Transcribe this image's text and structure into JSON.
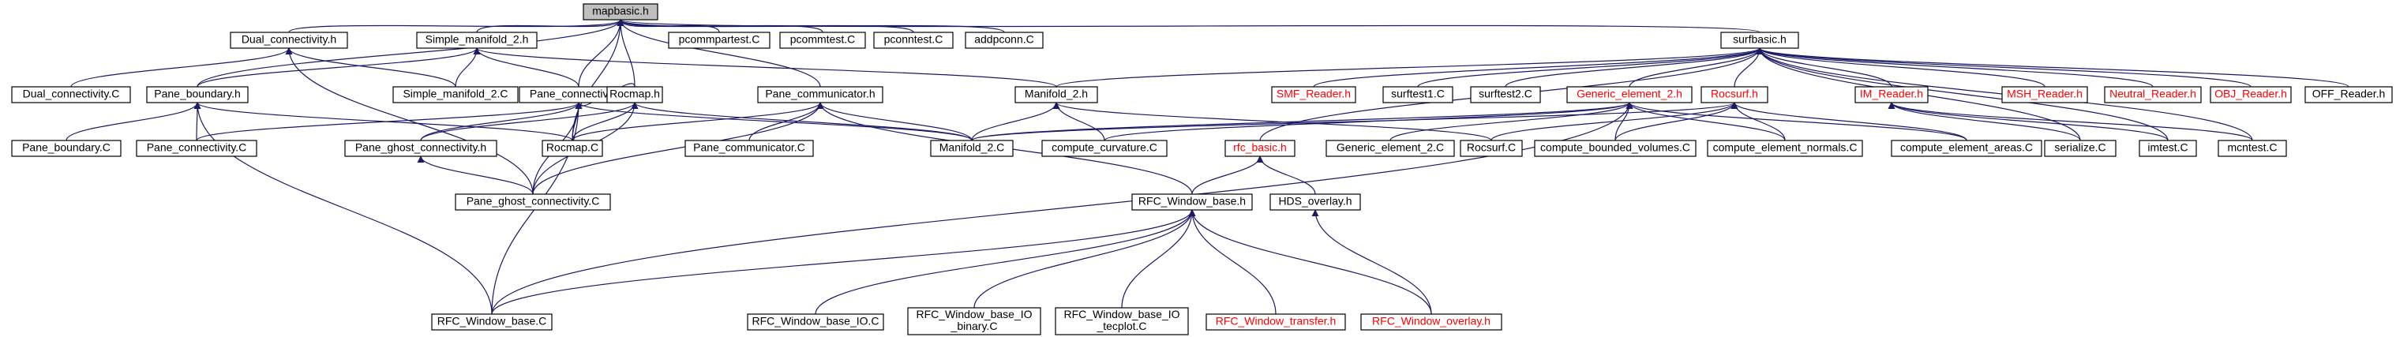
{
  "diagram": {
    "colors": {
      "edge": "#1a1a66",
      "node_fill": "#ffffff",
      "node_border": "#000000",
      "text": "#000000",
      "highlight_fill": "#bfbfbf",
      "missing_border": "#ff0000",
      "missing_text": "#ff0000"
    },
    "nodes": [
      {
        "id": "mapbasic_h",
        "label": "mapbasic.h",
        "style": "highlight"
      },
      {
        "id": "dual_conn_h",
        "label": "Dual_connectivity.h",
        "style": "normal"
      },
      {
        "id": "simple_man_h",
        "label": "Simple_manifold_2.h",
        "style": "normal"
      },
      {
        "id": "pcommpartest",
        "label": "pcommpartest.C",
        "style": "normal"
      },
      {
        "id": "pcommtest",
        "label": "pcommtest.C",
        "style": "normal"
      },
      {
        "id": "pconntest",
        "label": "pconntest.C",
        "style": "normal"
      },
      {
        "id": "addpconn",
        "label": "addpconn.C",
        "style": "normal"
      },
      {
        "id": "surfbasic_h",
        "label": "surfbasic.h",
        "style": "normal"
      },
      {
        "id": "dual_conn_c",
        "label": "Dual_connectivity.C",
        "style": "normal"
      },
      {
        "id": "pane_boundary_h",
        "label": "Pane_boundary.h",
        "style": "normal"
      },
      {
        "id": "simple_man_c",
        "label": "Simple_manifold_2.C",
        "style": "normal"
      },
      {
        "id": "pane_conn_h",
        "label": "Pane_connectivity.h",
        "style": "normal"
      },
      {
        "id": "rocmap_h",
        "label": "Rocmap.h",
        "style": "normal"
      },
      {
        "id": "pane_comm_h",
        "label": "Pane_communicator.h",
        "style": "normal"
      },
      {
        "id": "manifold_h",
        "label": "Manifold_2.h",
        "style": "normal"
      },
      {
        "id": "smf_reader",
        "label": "SMF_Reader.h",
        "style": "missing"
      },
      {
        "id": "surftest1",
        "label": "surftest1.C",
        "style": "normal"
      },
      {
        "id": "surftest2",
        "label": "surftest2.C",
        "style": "normal"
      },
      {
        "id": "generic_elem_h",
        "label": "Generic_element_2.h",
        "style": "missing"
      },
      {
        "id": "rocsurf_h",
        "label": "Rocsurf.h",
        "style": "missing"
      },
      {
        "id": "im_reader",
        "label": "IM_Reader.h",
        "style": "missing"
      },
      {
        "id": "msh_reader",
        "label": "MSH_Reader.h",
        "style": "missing"
      },
      {
        "id": "neutral_reader",
        "label": "Neutral_Reader.h",
        "style": "missing"
      },
      {
        "id": "obj_reader",
        "label": "OBJ_Reader.h",
        "style": "missing"
      },
      {
        "id": "off_reader",
        "label": "OFF_Reader.h",
        "style": "normal"
      },
      {
        "id": "pane_boundary_c",
        "label": "Pane_boundary.C",
        "style": "normal"
      },
      {
        "id": "pane_conn_c",
        "label": "Pane_connectivity.C",
        "style": "normal"
      },
      {
        "id": "pane_ghost_h",
        "label": "Pane_ghost_connectivity.h",
        "style": "normal"
      },
      {
        "id": "rocmap_c",
        "label": "Rocmap.C",
        "style": "normal"
      },
      {
        "id": "pane_comm_c",
        "label": "Pane_communicator.C",
        "style": "normal"
      },
      {
        "id": "manifold_c",
        "label": "Manifold_2.C",
        "style": "normal"
      },
      {
        "id": "compute_curv",
        "label": "compute_curvature.C",
        "style": "normal"
      },
      {
        "id": "rfc_basic_h",
        "label": "rfc_basic.h",
        "style": "missing"
      },
      {
        "id": "generic_elem_c",
        "label": "Generic_element_2.C",
        "style": "normal"
      },
      {
        "id": "rocsurf_c",
        "label": "Rocsurf.C",
        "style": "normal"
      },
      {
        "id": "compute_bv",
        "label": "compute_bounded_volumes.C",
        "style": "normal"
      },
      {
        "id": "compute_en",
        "label": "compute_element_normals.C",
        "style": "normal"
      },
      {
        "id": "compute_ea",
        "label": "compute_element_areas.C",
        "style": "normal"
      },
      {
        "id": "serialize",
        "label": "serialize.C",
        "style": "normal"
      },
      {
        "id": "imtest",
        "label": "imtest.C",
        "style": "normal"
      },
      {
        "id": "mcntest",
        "label": "mcntest.C",
        "style": "normal"
      },
      {
        "id": "pane_ghost_c",
        "label": "Pane_ghost_connectivity.C",
        "style": "normal"
      },
      {
        "id": "rfc_window_base_h",
        "label": "RFC_Window_base.h",
        "style": "normal"
      },
      {
        "id": "hds_overlay_h",
        "label": "HDS_overlay.h",
        "style": "normal"
      },
      {
        "id": "rfc_window_base_c",
        "label": "RFC_Window_base.C",
        "style": "normal"
      },
      {
        "id": "rfc_io_c",
        "label": "RFC_Window_base_IO.C",
        "style": "normal"
      },
      {
        "id": "rfc_io_binary",
        "label": "RFC_Window_base_IO\n_binary.C",
        "style": "normal"
      },
      {
        "id": "rfc_io_tecplot",
        "label": "RFC_Window_base_IO\n_tecplot.C",
        "style": "normal"
      },
      {
        "id": "rfc_transfer",
        "label": "RFC_Window_transfer.h",
        "style": "missing"
      },
      {
        "id": "rfc_overlay",
        "label": "RFC_Window_overlay.h",
        "style": "missing"
      }
    ],
    "edges": [
      [
        "mapbasic_h",
        "dual_conn_h"
      ],
      [
        "mapbasic_h",
        "simple_man_h"
      ],
      [
        "mapbasic_h",
        "pcommpartest"
      ],
      [
        "mapbasic_h",
        "pcommtest"
      ],
      [
        "mapbasic_h",
        "pconntest"
      ],
      [
        "mapbasic_h",
        "addpconn"
      ],
      [
        "mapbasic_h",
        "surfbasic_h"
      ],
      [
        "mapbasic_h",
        "pane_boundary_h"
      ],
      [
        "mapbasic_h",
        "pane_conn_h"
      ],
      [
        "mapbasic_h",
        "rocmap_h"
      ],
      [
        "mapbasic_h",
        "pane_comm_h"
      ],
      [
        "mapbasic_h",
        "rocmap_c"
      ],
      [
        "dual_conn_h",
        "dual_conn_c"
      ],
      [
        "dual_conn_h",
        "simple_man_c"
      ],
      [
        "dual_conn_h",
        "pane_ghost_c"
      ],
      [
        "simple_man_h",
        "pane_boundary_h"
      ],
      [
        "simple_man_h",
        "simple_man_c"
      ],
      [
        "simple_man_h",
        "pane_conn_h"
      ],
      [
        "simple_man_h",
        "manifold_h"
      ],
      [
        "surfbasic_h",
        "manifold_h"
      ],
      [
        "surfbasic_h",
        "smf_reader"
      ],
      [
        "surfbasic_h",
        "surftest1"
      ],
      [
        "surfbasic_h",
        "surftest2"
      ],
      [
        "surfbasic_h",
        "generic_elem_h"
      ],
      [
        "surfbasic_h",
        "rocsurf_h"
      ],
      [
        "surfbasic_h",
        "im_reader"
      ],
      [
        "surfbasic_h",
        "msh_reader"
      ],
      [
        "surfbasic_h",
        "neutral_reader"
      ],
      [
        "surfbasic_h",
        "obj_reader"
      ],
      [
        "surfbasic_h",
        "off_reader"
      ],
      [
        "surfbasic_h",
        "rfc_basic_h"
      ],
      [
        "surfbasic_h",
        "serialize"
      ],
      [
        "surfbasic_h",
        "imtest"
      ],
      [
        "surfbasic_h",
        "mcntest"
      ],
      [
        "pane_boundary_h",
        "pane_boundary_c"
      ],
      [
        "pane_boundary_h",
        "pane_conn_c"
      ],
      [
        "pane_boundary_h",
        "rocmap_c"
      ],
      [
        "pane_boundary_h",
        "rfc_window_base_c"
      ],
      [
        "pane_conn_h",
        "pane_conn_c"
      ],
      [
        "pane_conn_h",
        "pane_ghost_h"
      ],
      [
        "pane_conn_h",
        "rocmap_c"
      ],
      [
        "pane_conn_h",
        "pane_ghost_c"
      ],
      [
        "pane_conn_h",
        "manifold_c"
      ],
      [
        "pane_conn_h",
        "rfc_window_base_c"
      ],
      [
        "rocmap_h",
        "rocmap_c"
      ],
      [
        "rocmap_h",
        "pane_ghost_h"
      ],
      [
        "rocmap_h",
        "pane_ghost_c"
      ],
      [
        "rocmap_h",
        "manifold_c"
      ],
      [
        "pane_comm_h",
        "pane_comm_c"
      ],
      [
        "pane_comm_h",
        "rocmap_c"
      ],
      [
        "pane_comm_h",
        "manifold_c"
      ],
      [
        "pane_comm_h",
        "pane_ghost_c"
      ],
      [
        "pane_comm_h",
        "rfc_window_base_h"
      ],
      [
        "manifold_h",
        "manifold_c"
      ],
      [
        "manifold_h",
        "compute_curv"
      ],
      [
        "manifold_h",
        "rocsurf_c"
      ],
      [
        "generic_elem_h",
        "manifold_c"
      ],
      [
        "generic_elem_h",
        "generic_elem_c"
      ],
      [
        "generic_elem_h",
        "compute_bv"
      ],
      [
        "generic_elem_h",
        "compute_en"
      ],
      [
        "generic_elem_h",
        "compute_ea"
      ],
      [
        "generic_elem_h",
        "compute_curv"
      ],
      [
        "generic_elem_h",
        "rfc_window_base_c"
      ],
      [
        "rocsurf_h",
        "rocsurf_c"
      ],
      [
        "rocsurf_h",
        "compute_bv"
      ],
      [
        "rocsurf_h",
        "compute_en"
      ],
      [
        "rocsurf_h",
        "compute_ea"
      ],
      [
        "rocsurf_h",
        "manifold_c"
      ],
      [
        "im_reader",
        "serialize"
      ],
      [
        "im_reader",
        "imtest"
      ],
      [
        "im_reader",
        "mcntest"
      ],
      [
        "rfc_basic_h",
        "rfc_window_base_h"
      ],
      [
        "rfc_basic_h",
        "hds_overlay_h"
      ],
      [
        "rfc_window_base_h",
        "rfc_window_base_c"
      ],
      [
        "rfc_window_base_h",
        "rfc_io_c"
      ],
      [
        "rfc_window_base_h",
        "rfc_io_binary"
      ],
      [
        "rfc_window_base_h",
        "rfc_io_tecplot"
      ],
      [
        "rfc_window_base_h",
        "rfc_transfer"
      ],
      [
        "rfc_window_base_h",
        "rfc_overlay"
      ],
      [
        "hds_overlay_h",
        "rfc_overlay"
      ],
      [
        "pane_ghost_h",
        "pane_ghost_c"
      ],
      [
        "pane_conn_h",
        "rocmap_h"
      ]
    ]
  }
}
